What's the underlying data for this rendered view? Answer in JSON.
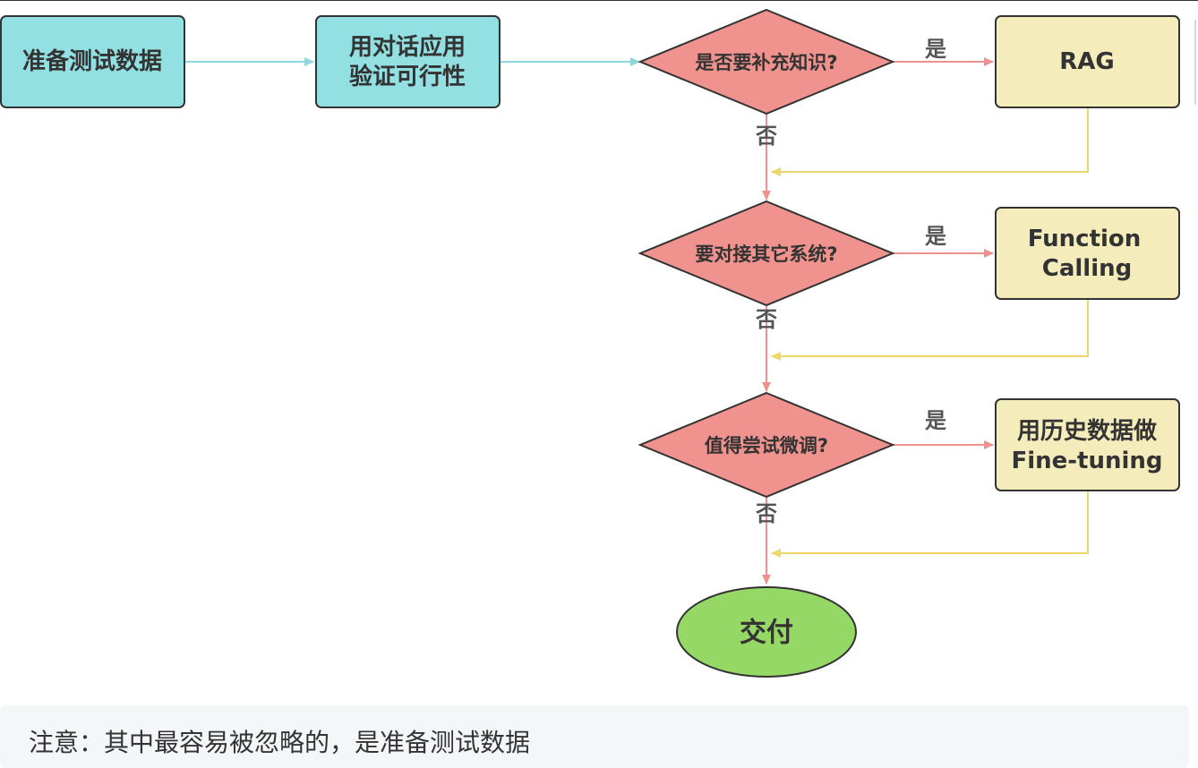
{
  "nodes": {
    "prepare_data": "准备测试数据",
    "validate_line1": "用对话应用",
    "validate_line2": "验证可行性",
    "q_knowledge": "是否要补充知识?",
    "rag": "RAG",
    "q_integrate": "要对接其它系统?",
    "fc_line1": "Function",
    "fc_line2": "Calling",
    "q_finetune": "值得尝试微调?",
    "ft_line1": "用历史数据做",
    "ft_line2": "Fine-tuning",
    "deliver": "交付"
  },
  "labels": {
    "yes": "是",
    "no": "否"
  },
  "note": {
    "text": "注意：其中最容易被忽略的，是准备测试数据"
  },
  "colors": {
    "process_fill": "#93e0e3",
    "decision_fill": "#f0938e",
    "option_fill": "#f5ecbb",
    "end_fill": "#95d866",
    "arrow_cyan": "#8fd7db",
    "arrow_pink": "#f0918f",
    "arrow_yellow": "#eed76a"
  }
}
